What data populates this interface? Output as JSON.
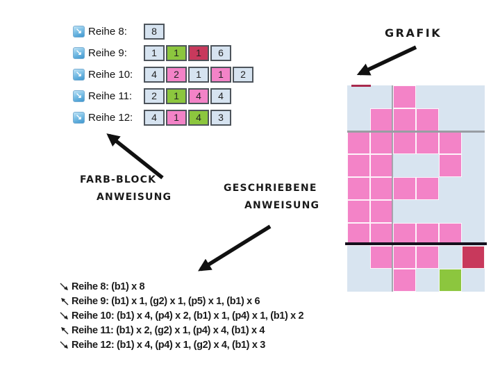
{
  "palette": {
    "b": "#d6e3f0",
    "p": "#f383c7",
    "g": "#8cc63e",
    "r": "#c8395c",
    "grid_bg": "#d8e4f0",
    "block_border": "#4d545b",
    "arrow_black": "#111111",
    "gray_line": "#989da3",
    "black_line": "#15101d",
    "red_marker": "#a8294d",
    "icon_blue": "#3f97cf"
  },
  "icons": {
    "row_marker_glyph": "↘"
  },
  "labels": {
    "grafik": "GRAFIK",
    "farb_block_line1": "FARB-BLOCK",
    "farb_block_line2": "ANWEISUNG",
    "geschrieben_line1": "GESCHRIEBENE",
    "geschrieben_line2": "ANWEISUNG"
  },
  "color_block_rows": [
    {
      "label": "Reihe 8:",
      "blocks": [
        {
          "n": "8",
          "c": "b"
        }
      ]
    },
    {
      "label": "Reihe 9:",
      "blocks": [
        {
          "n": "1",
          "c": "b"
        },
        {
          "n": "1",
          "c": "g"
        },
        {
          "n": "1",
          "c": "r"
        },
        {
          "n": "6",
          "c": "b"
        }
      ]
    },
    {
      "label": "Reihe 10:",
      "blocks": [
        {
          "n": "4",
          "c": "b"
        },
        {
          "n": "2",
          "c": "p"
        },
        {
          "n": "1",
          "c": "b"
        },
        {
          "n": "1",
          "c": "p"
        },
        {
          "n": "2",
          "c": "b"
        }
      ]
    },
    {
      "label": "Reihe 11:",
      "blocks": [
        {
          "n": "2",
          "c": "b"
        },
        {
          "n": "1",
          "c": "g"
        },
        {
          "n": "4",
          "c": "p"
        },
        {
          "n": "4",
          "c": "b"
        }
      ]
    },
    {
      "label": "Reihe 12:",
      "blocks": [
        {
          "n": "4",
          "c": "b"
        },
        {
          "n": "1",
          "c": "p"
        },
        {
          "n": "4",
          "c": "g"
        },
        {
          "n": "3",
          "c": "b"
        }
      ]
    }
  ],
  "written_rows": [
    {
      "dir": "dr",
      "text": "Reihe 8: (b1) x 8"
    },
    {
      "dir": "ul",
      "text": "Reihe 9: (b1) x 1, (g2) x 1, (p5) x 1, (b1) x 6"
    },
    {
      "dir": "dr",
      "text": "Reihe 10: (b1) x 4, (p4) x 2, (b1) x 1, (p4) x 1, (b1) x 2"
    },
    {
      "dir": "ul",
      "text": "Reihe 11: (b1) x 2, (g2) x 1, (p4) x 4, (b1) x 4"
    },
    {
      "dir": "dr",
      "text": "Reihe 12: (b1) x 4, (p4) x 1, (g2) x 4, (b1) x 3"
    }
  ],
  "grid": {
    "cols": 6,
    "rows": [
      "bbpbbb",
      "bpppbb",
      "pppppb",
      "ppbbpb",
      "ppppbb",
      "ppbbbb",
      "pppppb",
      "bpppbr",
      "bbpbgb"
    ]
  }
}
